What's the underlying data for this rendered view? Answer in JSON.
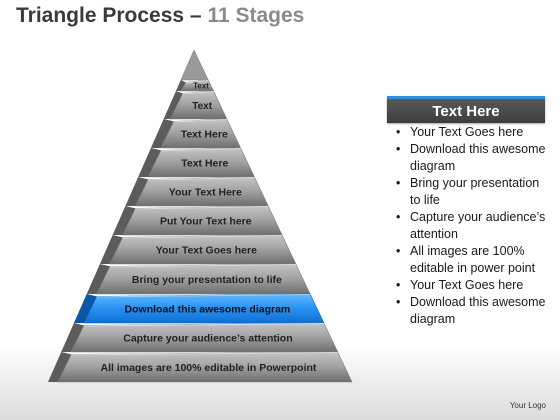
{
  "title": {
    "main": "Triangle Process",
    "dash": " – ",
    "sub": "11 Stages"
  },
  "tiers": [
    "Text",
    "Text",
    "Text Here",
    "Text Here",
    "Your Text Here",
    "Put  Your Text  here",
    "Your Text Goes here",
    "Bring your presentation  to life",
    "Download this awesome diagram",
    "Capture your audience’s  attention",
    "All images are 100% editable in Powerpoint"
  ],
  "highlighted_tier": 8,
  "colors": {
    "tier_front_light": "#bdbdbd",
    "tier_front_dark": "#6e6e6e",
    "tier_side": "#5c5c5c",
    "highlight_light": "#4fb2ff",
    "highlight_dark": "#0f6fd4",
    "highlight_side": "#0a56a8",
    "panel_accent": "#2d8fe0"
  },
  "panel": {
    "title": "Text Here",
    "bullets": [
      "Your Text Goes here",
      "Download this awesome diagram",
      "Bring your presentation to life",
      "Capture your audience’s attention",
      "All images are 100% editable in power point",
      "Your Text Goes here",
      "Download this awesome diagram"
    ]
  },
  "logo": "Your Logo"
}
